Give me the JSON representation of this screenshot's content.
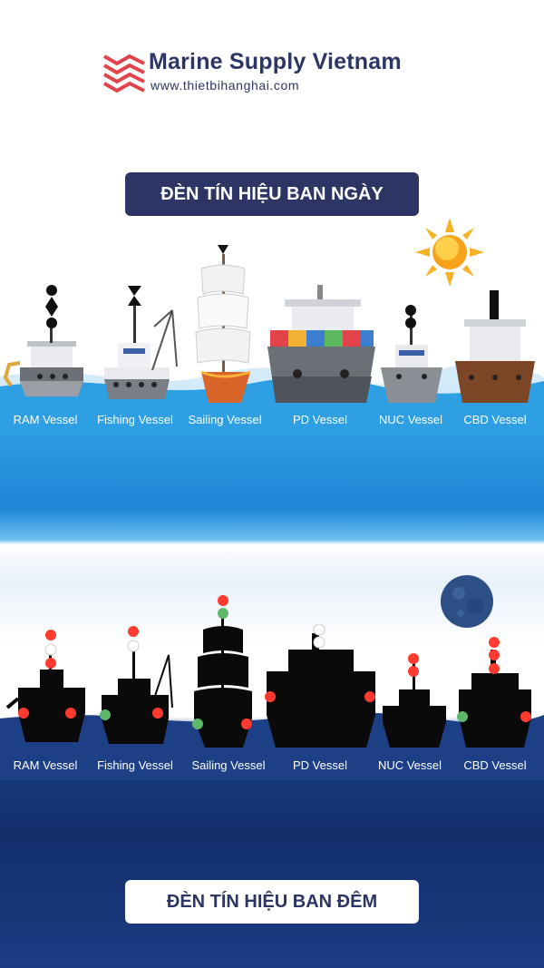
{
  "brand": {
    "name": "Marine Supply Vietnam",
    "website": "www.thietbihanghai.com"
  },
  "day_section": {
    "title": "ĐÈN TÍN HIỆU BAN NGÀY",
    "icon": "sun-icon"
  },
  "night_section": {
    "title": "ĐÈN TÍN HIỆU BAN ĐÊM",
    "icon": "moon-icon"
  },
  "vessels": [
    {
      "name": "RAM Vessel",
      "day_shapes": "ball-diamond-ball",
      "night_lights": "red-white-red"
    },
    {
      "name": "Fishing Vessel",
      "day_shapes": "two-cones-apex-together",
      "night_lights": "red-white"
    },
    {
      "name": "Sailing Vessel",
      "day_shapes": "cone-apex-down",
      "night_lights": "red-green"
    },
    {
      "name": "PD Vessel",
      "day_shapes": "none",
      "night_lights": "white"
    },
    {
      "name": "NUC Vessel",
      "day_shapes": "two-balls",
      "night_lights": "red-red"
    },
    {
      "name": "CBD Vessel",
      "day_shapes": "cylinder",
      "night_lights": "red-red-red"
    }
  ],
  "colors": {
    "navy": "#2c3563",
    "logo_red": "#e2434b",
    "light_red": "#ff3b2f",
    "light_green": "#5fb86a",
    "light_white": "#ffffff",
    "sea_day": "#1f86d8",
    "sea_night": "#163673"
  }
}
